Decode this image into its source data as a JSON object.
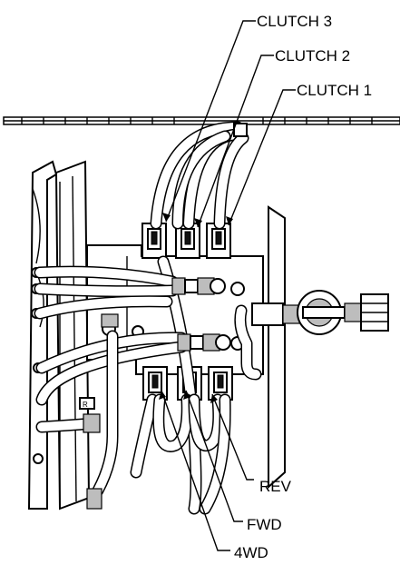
{
  "labels": {
    "clutch3": "CLUTCH 3",
    "clutch2": "CLUTCH 2",
    "clutch1": "CLUTCH 1",
    "rev": "REV",
    "fwd": "FWD",
    "fourwd": "4WD"
  },
  "colors": {
    "line": "#000000",
    "background": "#ffffff",
    "shade": "#bdbdbd"
  }
}
